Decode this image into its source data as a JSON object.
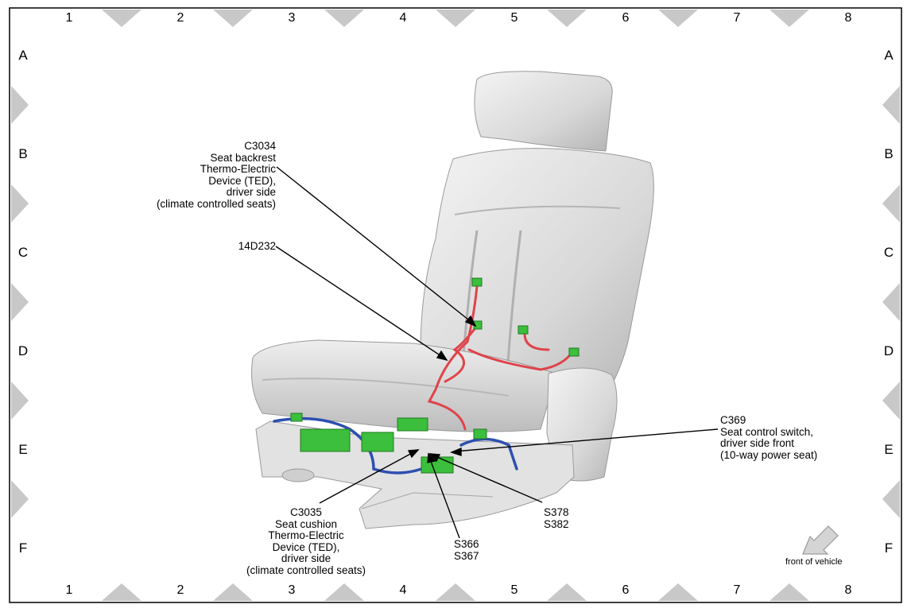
{
  "grid": {
    "columns": [
      "1",
      "2",
      "3",
      "4",
      "5",
      "6",
      "7",
      "8"
    ],
    "rows": [
      "A",
      "B",
      "C",
      "D",
      "E",
      "F"
    ]
  },
  "callouts": {
    "c3034": [
      "C3034",
      "Seat backrest",
      "Thermo-Electric",
      "Device (TED),",
      "driver side",
      "(climate controlled seats)"
    ],
    "d14d232": [
      "14D232"
    ],
    "c369": [
      "C369",
      "Seat control switch,",
      "driver side front",
      "(10-way power seat)"
    ],
    "c3035": [
      "C3035",
      "Seat cushion",
      "Thermo-Electric",
      "Device (TED),",
      "driver side",
      "(climate controlled seats)"
    ],
    "s378": [
      "S378",
      "S382"
    ],
    "s366": [
      "S366",
      "S367"
    ]
  },
  "front_of_vehicle": "front of vehicle",
  "colors": {
    "harness_red": "#e0434a",
    "harness_blue": "#2d4fb0",
    "connector_green": "#3cbf3c",
    "seat_gray": "#d9d9d9",
    "tick_gray": "#c8c8c8"
  }
}
